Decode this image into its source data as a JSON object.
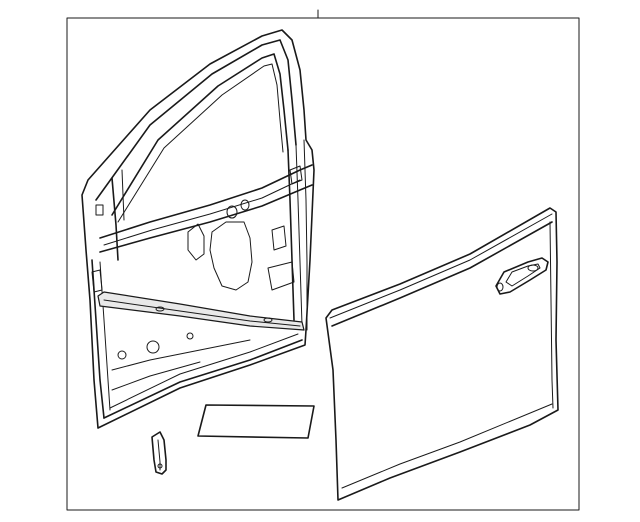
{
  "diagram": {
    "parts": [
      {
        "id": "door-frame-assembly",
        "icon": "door-frame-icon"
      },
      {
        "id": "outer-door-panel",
        "icon": "door-panel-icon"
      },
      {
        "id": "door-handle-pocket",
        "icon": "handle-icon"
      },
      {
        "id": "label-sheet",
        "icon": "label-icon"
      },
      {
        "id": "hinge-bracket",
        "icon": "bracket-icon"
      }
    ],
    "colors": {
      "stroke": "#1a1a1a",
      "background": "#ffffff",
      "shade": "#e9e9e9"
    }
  }
}
